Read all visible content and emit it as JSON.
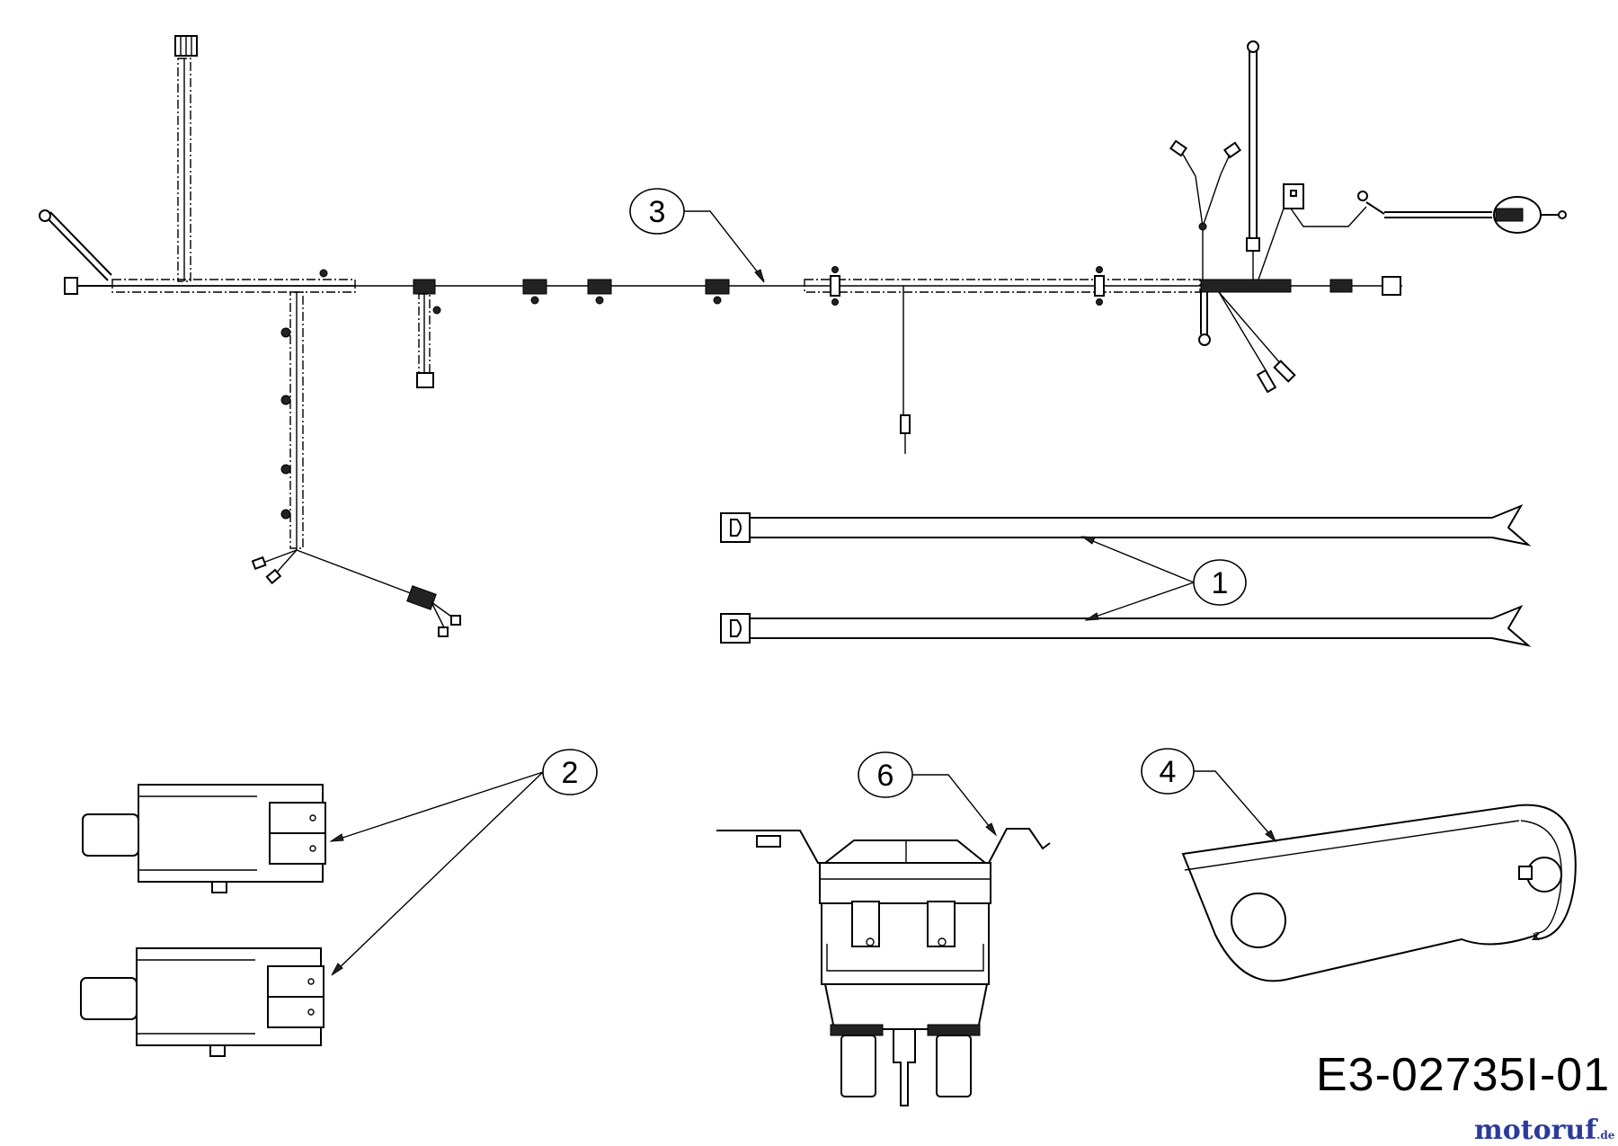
{
  "drawing": {
    "code": "E3-02735I-01"
  },
  "watermark": {
    "brand": "motoruf",
    "suffix": ".de"
  },
  "callouts": [
    {
      "id": "c3",
      "label": "3"
    },
    {
      "id": "c1",
      "label": "1"
    },
    {
      "id": "c2",
      "label": "2"
    },
    {
      "id": "c6",
      "label": "6"
    },
    {
      "id": "c4",
      "label": "4"
    }
  ],
  "parts": [
    {
      "number": "1",
      "part": "cable-tie"
    },
    {
      "number": "2",
      "part": "plunger-switch"
    },
    {
      "number": "3",
      "part": "wiring-harness"
    },
    {
      "number": "4",
      "part": "bracket-lever"
    },
    {
      "number": "6",
      "part": "relay-solenoid"
    }
  ]
}
